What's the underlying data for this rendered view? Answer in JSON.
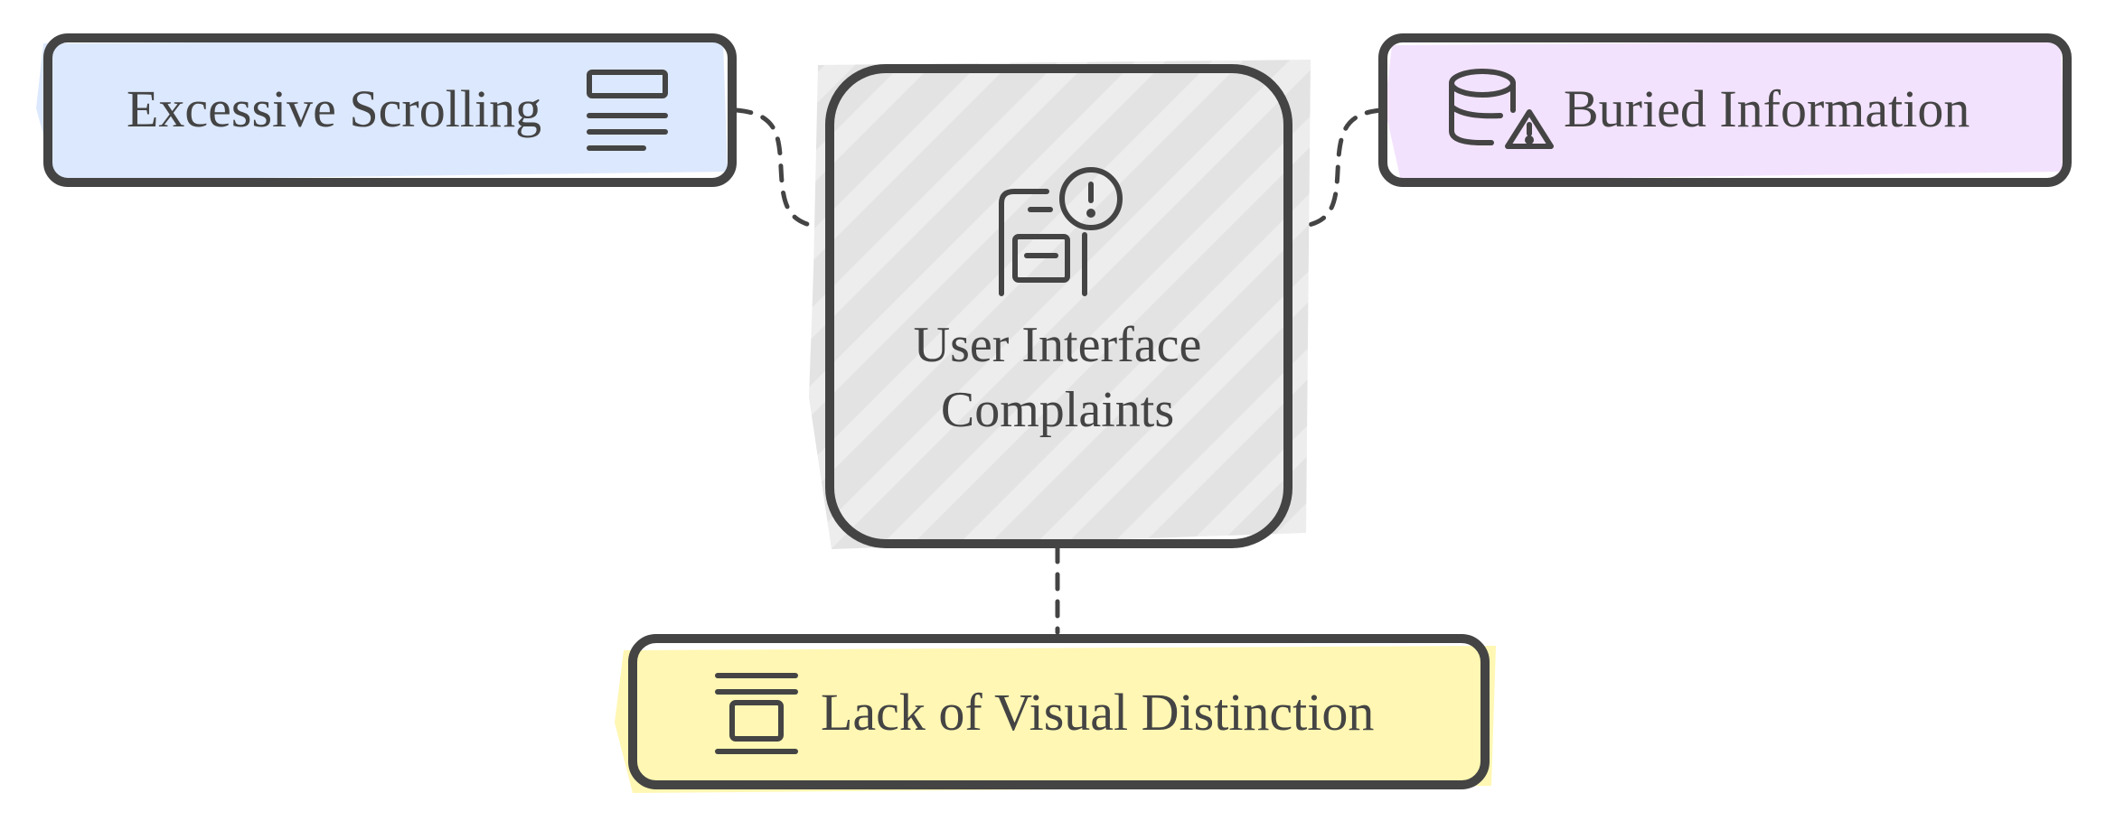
{
  "center": {
    "title_line1": "User Interface",
    "title_line2": "Complaints",
    "icon": "document-alert-icon",
    "fill": "#E9E9E9"
  },
  "nodes": [
    {
      "id": "excessive-scrolling",
      "label": "Excessive Scrolling",
      "icon": "text-lines-icon",
      "fill": "#DCE8FD"
    },
    {
      "id": "buried-information",
      "label": "Buried Information",
      "icon": "database-warning-icon",
      "fill": "#F3E2FD"
    },
    {
      "id": "lack-of-visual-distinction",
      "label": "Lack of Visual Distinction",
      "icon": "layout-frame-icon",
      "fill": "#FFF7B3"
    }
  ],
  "stroke_color": "#444444"
}
